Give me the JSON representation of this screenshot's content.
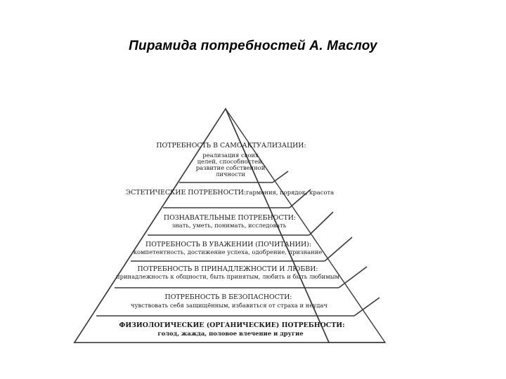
{
  "title": "Пирамида потребностей А. Маслоу",
  "levels": [
    {
      "title": "ПОТРЕБНОСТЬ В САМОАКТУАЛИЗАЦИИ:",
      "lines": [
        "реализация своих",
        "целей, способностей,",
        "развитие собственной",
        "личности"
      ]
    },
    {
      "title": "ЭСТЕТИЧЕСКИЕ ПОТРЕБНОСТИ:",
      "lines": [
        "гармония, порядок, красота"
      ]
    },
    {
      "title": "ПОЗНАВАТЕЛЬНЫЕ ПОТРЕБНОСТИ:",
      "lines": [
        "знать, уметь, понимать, исследовать"
      ]
    },
    {
      "title": "ПОТРЕБНОСТЬ В УВАЖЕНИИ (ПОЧИТАНИИ):",
      "lines": [
        "компетентность, достижение успеха, одобрение, признание"
      ]
    },
    {
      "title": "ПОТРЕБНОСТЬ В ПРИНАДЛЕЖНОСТИ И ЛЮБВИ:",
      "lines": [
        "принадлежность к общности, быть принятым, любить и быть любимым"
      ]
    },
    {
      "title": "ПОТРЕБНОСТЬ В БЕЗОПАСНОСТИ:",
      "lines": [
        "чувствовать себя защищённым, избавиться от страха и неудач"
      ]
    },
    {
      "title": "ФИЗИОЛОГИЧЕСКИЕ (ОРГАНИЧЕСКИЕ) ПОТРЕБНОСТИ:",
      "lines": [
        "голод, жажда, половое влечение и другие"
      ]
    }
  ]
}
